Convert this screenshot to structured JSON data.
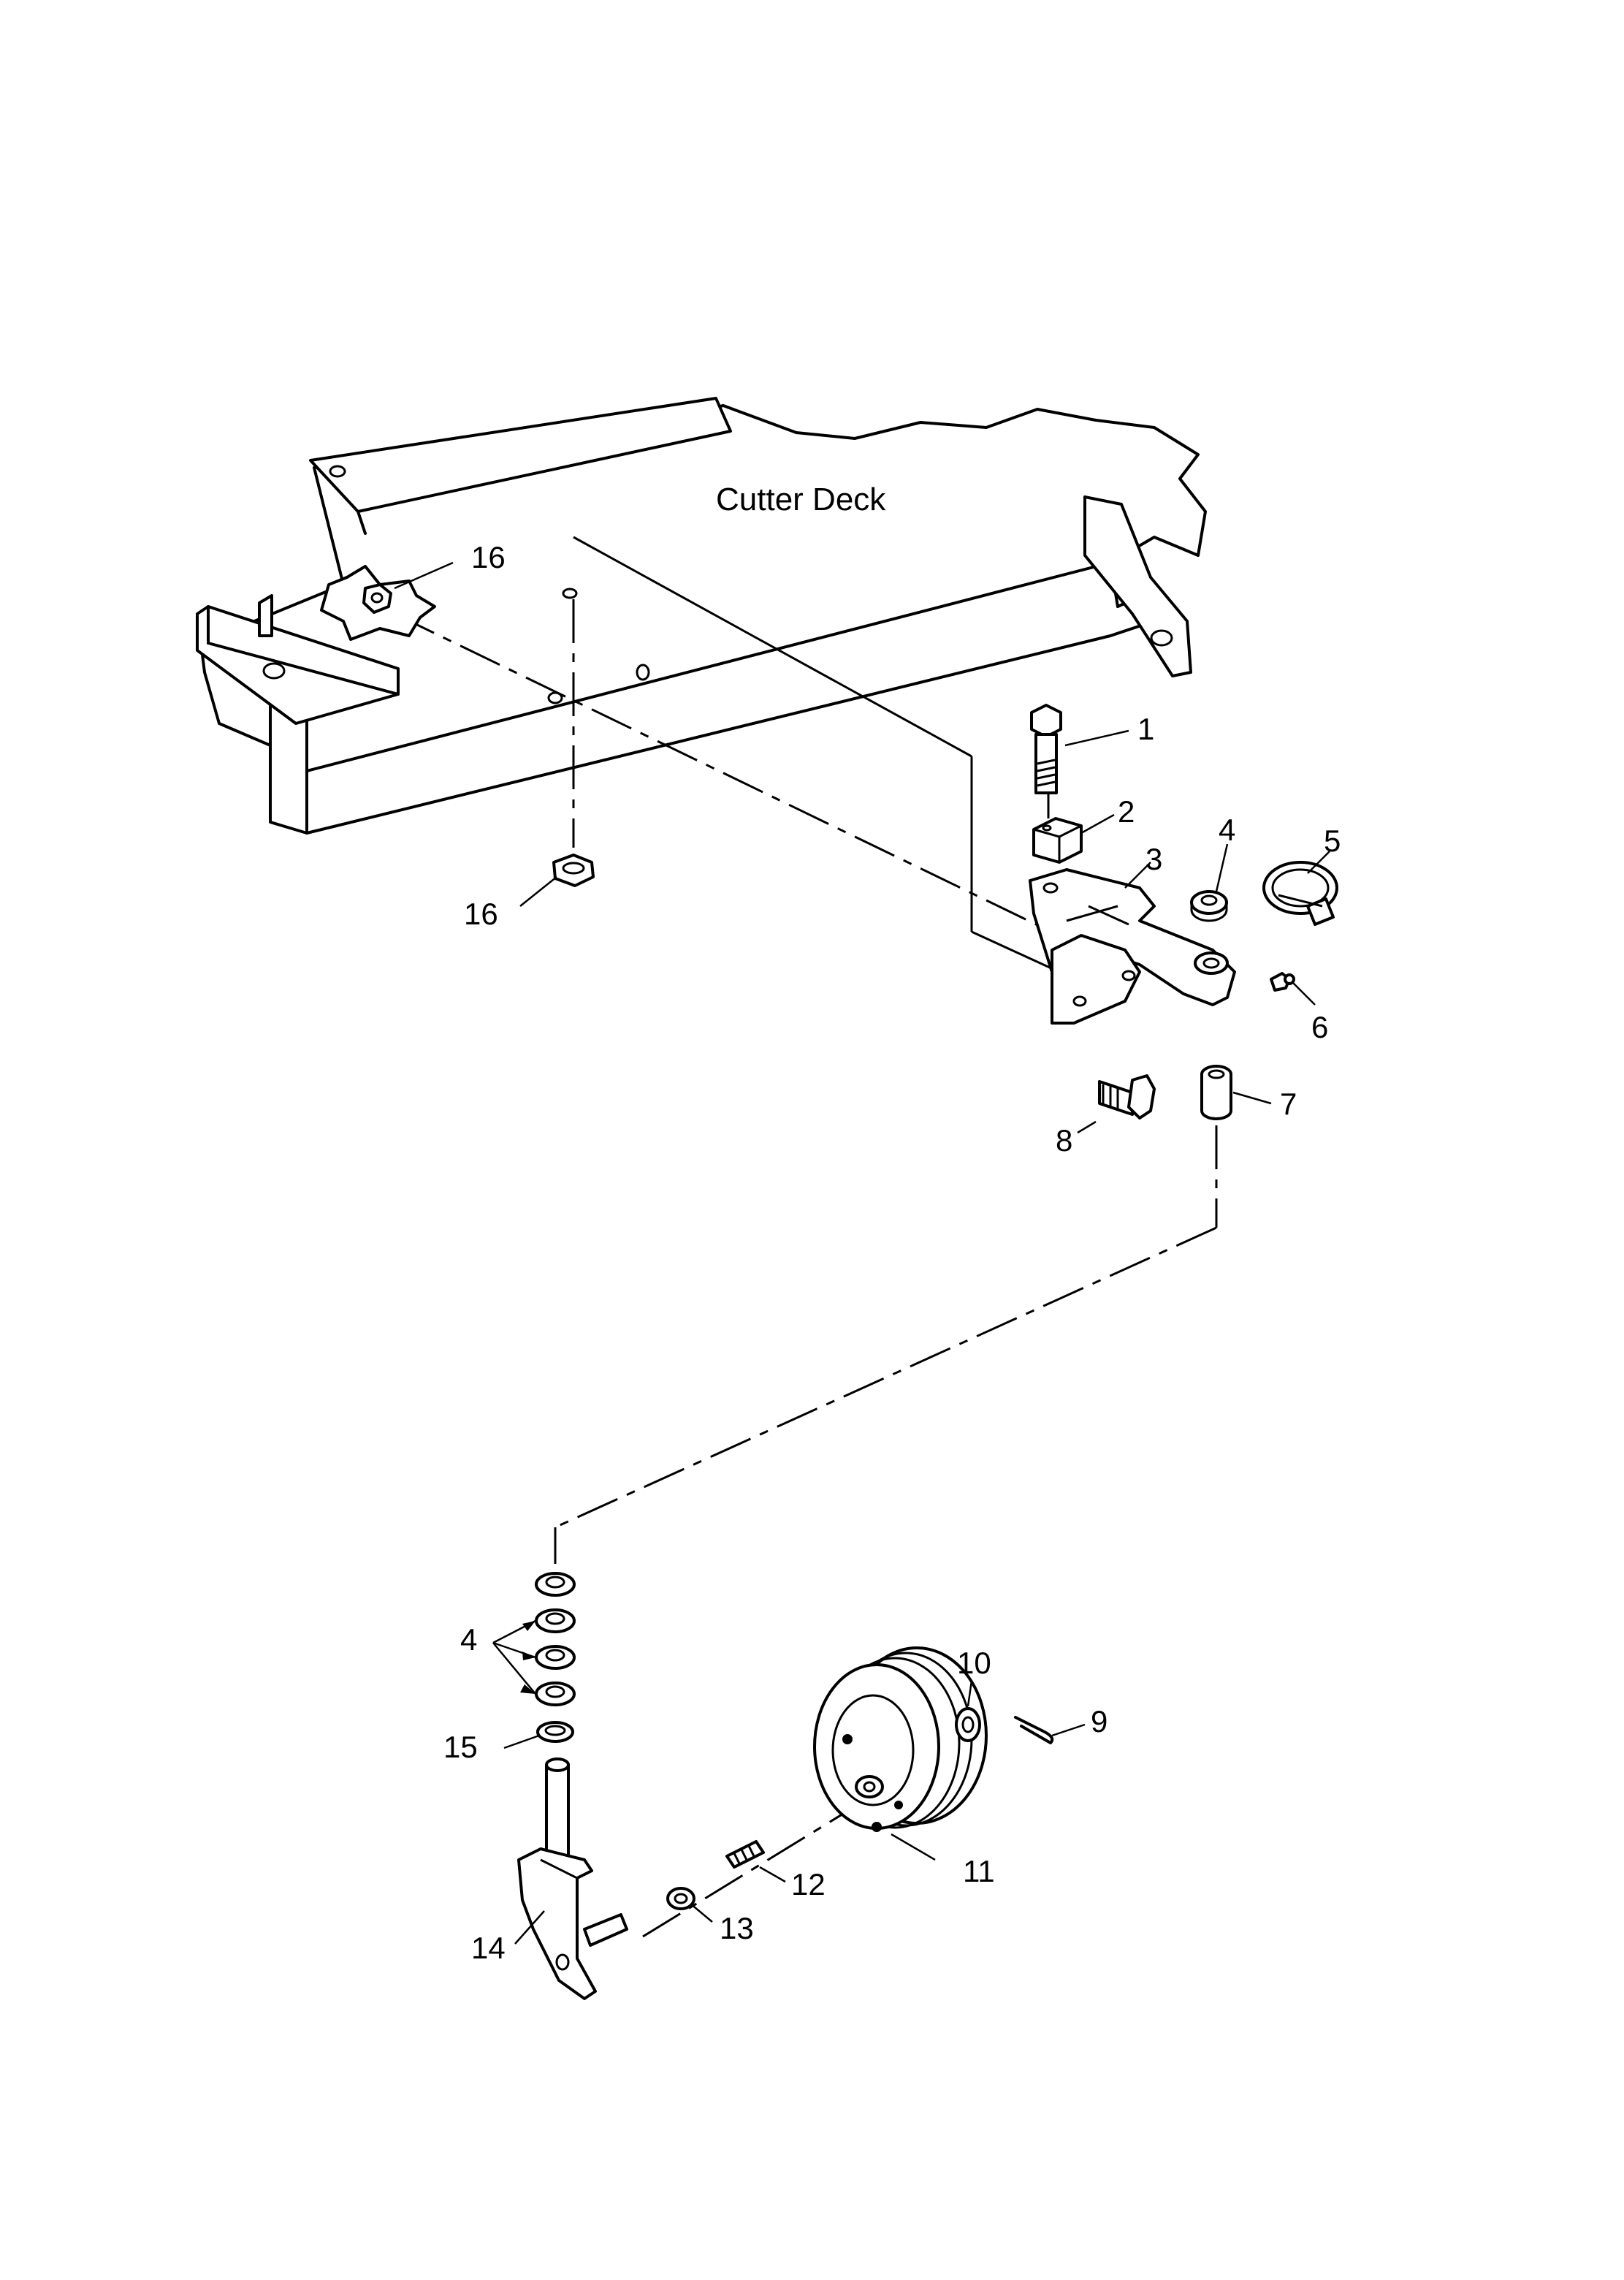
{
  "deck_label": "Cutter Deck",
  "callouts": {
    "c1": "1",
    "c2": "2",
    "c3": "3",
    "c4a": "4",
    "c4b": "4",
    "c5": "5",
    "c6": "6",
    "c7": "7",
    "c8": "8",
    "c9": "9",
    "c10": "10",
    "c11": "11",
    "c12": "12",
    "c13": "13",
    "c14": "14",
    "c15": "15",
    "c16a": "16",
    "c16b": "16"
  }
}
